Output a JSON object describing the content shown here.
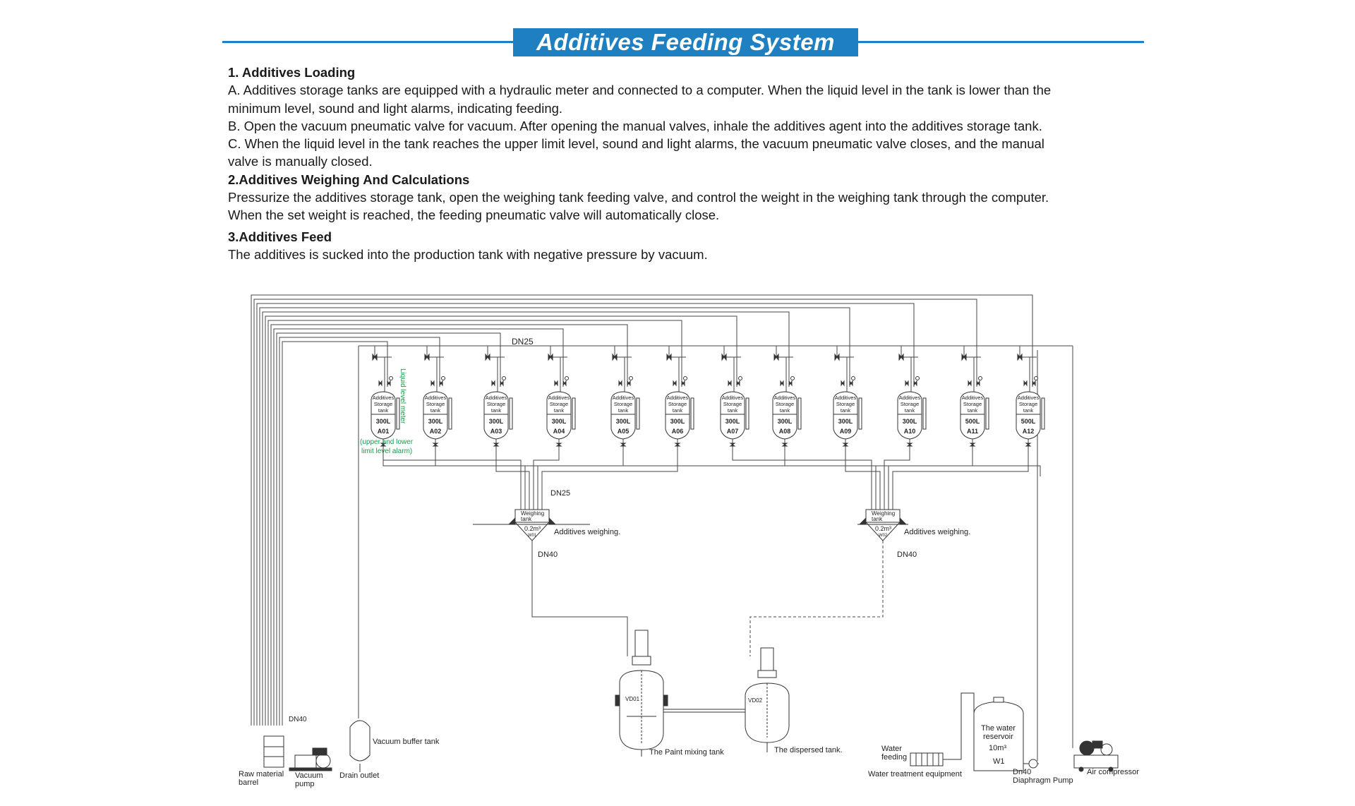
{
  "title": "Additives Feeding System",
  "sections": {
    "s1_heading": "1. Additives Loading",
    "s1_a": "A. Additives storage tanks are equipped with a hydraulic meter and connected to a computer. When the liquid level in the tank is lower than the",
    "s1_a2": "minimum level, sound and light alarms, indicating feeding.",
    "s1_b": "B. Open the vacuum pneumatic valve for vacuum. After opening the manual valves, inhale the additives agent into the additives storage tank.",
    "s1_c": "C. When the liquid level in the tank reaches the upper limit level, sound and light alarms, the vacuum pneumatic valve closes, and the manual",
    "s1_c2": "valve is manually closed.",
    "s2_heading": "2.Additives Weighing And Calculations",
    "s2_l1": "Pressurize the additives storage tank, open the weighing tank feeding valve, and control the weight in the weighing tank through the computer.",
    "s2_l2": "When the set weight is reached, the feeding pneumatic valve will automatically close.",
    "s3_heading": "3.Additives Feed",
    "s3_l1": "The additives is sucked into the production tank with negative pressure by vacuum."
  },
  "diagram": {
    "tank_label_1": "Additives",
    "tank_label_2": "Storage",
    "tank_label_3": "tank",
    "tanks": [
      {
        "cap": "300L",
        "id": "A01"
      },
      {
        "cap": "300L",
        "id": "A02"
      },
      {
        "cap": "300L",
        "id": "A03"
      },
      {
        "cap": "300L",
        "id": "A04"
      },
      {
        "cap": "300L",
        "id": "A05"
      },
      {
        "cap": "300L",
        "id": "A06"
      },
      {
        "cap": "300L",
        "id": "A07"
      },
      {
        "cap": "300L",
        "id": "A08"
      },
      {
        "cap": "300L",
        "id": "A09"
      },
      {
        "cap": "300L",
        "id": "A10"
      },
      {
        "cap": "500L",
        "id": "A11"
      },
      {
        "cap": "500L",
        "id": "A12"
      }
    ],
    "dn25_top": "DN25",
    "dn25_mid": "DN25",
    "dn40_left": "DN40",
    "dn40_right": "DN40",
    "dn40_raw": "DN40",
    "liquid_meter": "Liquid level meter",
    "limit_alarm_1": "(upper and lower",
    "limit_alarm_2": "limit level alarm)",
    "weighing_tank_1": "Weighing",
    "weighing_tank_2": "tank",
    "w1_vol": "0.2m³",
    "w1_id": "W01",
    "w2_vol": "0.2m³",
    "w2_id": "W02",
    "additives_weighing": "Additives weighing.",
    "raw_material_1": "Raw material",
    "raw_material_2": "barrel",
    "vacuum_pump_1": "Vacuum",
    "vacuum_pump_2": "pump",
    "drain_outlet": "Drain outlet",
    "vacuum_buffer": "Vacuum buffer tank",
    "paint_mixing": "The Paint mixing tank",
    "vd01": "VD01",
    "vd02": "VD02",
    "dispersed": "The dispersed tank.",
    "water_feeding_1": "Water",
    "water_feeding_2": "feeding",
    "water_treatment": "Water treatment equipment",
    "reservoir_1": "The water",
    "reservoir_2": "reservoir",
    "reservoir_vol": "10m³",
    "reservoir_id": "W1",
    "dn40_pump": "Dn40",
    "diaphragm_pump": "Diaphragm Pump",
    "air_compressor": "Air compressor"
  }
}
